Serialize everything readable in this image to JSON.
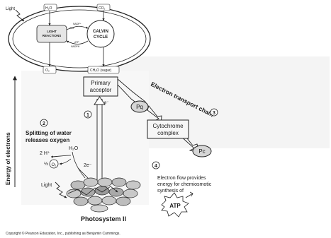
{
  "chloroplast_inset": {
    "light": "Light",
    "h2o": "H₂O",
    "co2": "CO₂",
    "light_reactions_line1": "LIGHT",
    "light_reactions_line2": "REACTIONS",
    "calvin_line1": "CALVIN",
    "calvin_line2": "CYCLE",
    "nadp": "NADP⁺",
    "adp": "ADP",
    "atp": "ATP",
    "nadph": "NADPH",
    "o2": "O₂",
    "sugar": "CH₂O (sugar)"
  },
  "diagram": {
    "y_axis": "Energy of electrons",
    "primary_acceptor_line1": "Primary",
    "primary_acceptor_line2": "acceptor",
    "etc_label": "Electron transport chain",
    "pq": "Pq",
    "cytochrome_line1": "Cytochrome",
    "cytochrome_line2": "complex",
    "pc": "Pc",
    "step1": "1",
    "step2": "2",
    "step3": "3",
    "step4": "4",
    "e_minus_top": "e⁻",
    "splitting_line1": "Splitting of water",
    "splitting_line2": "releases oxygen",
    "two_h": "2 H⁺",
    "h2o": "H₂O",
    "half": "½",
    "o2": "O₂",
    "two_e": "2e⁻",
    "light": "Light",
    "flow_line1": "Electron flow provides",
    "flow_line2": "energy for chemiosmotic",
    "flow_line3": "synthesis of",
    "atp": "ATP",
    "photosystem": "Photosystem II",
    "copyright": "Copyright © Pearson Education, Inc., publishing as Benjamin Cummings."
  },
  "colors": {
    "stroke": "#222222",
    "fill_light": "#f2f2f2",
    "fill_mid": "#cfcfcf",
    "fill_dark": "#9a9a9a",
    "shade": "#e8e8e8"
  }
}
